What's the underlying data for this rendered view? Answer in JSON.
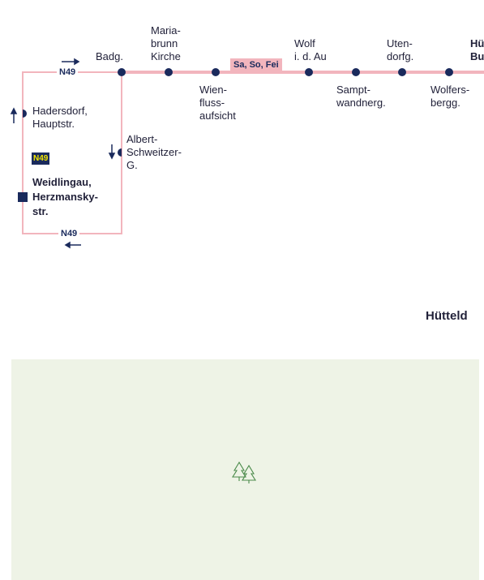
{
  "route": {
    "line": "N49",
    "service_days": "Sa, So, Fei"
  },
  "colors": {
    "route_line": "#f2b5bd",
    "loop_line": "#f2b5bd",
    "stop": "#1a2a5c",
    "badge_bg": "#1a2a5c",
    "badge_fg": "#f2e600",
    "forest": "#eef3e6"
  },
  "stops": {
    "badg": "Badg.",
    "maria_brunn": "Maria-\nbrunn\nKirche",
    "wienfluss": "Wien-\nfluss-\naufsicht",
    "wolf": "Wolf\ni. d. Au",
    "sampt": "Sampt-\nwandnerg.",
    "uten": "Uten-\ndorfg.",
    "wolfers": "Wolfers-\nbergg.",
    "cut_top": "Hü\nBu",
    "hadersdorf": "Hadersdorf,\nHauptstr.",
    "albert": "Albert-\nSchweitzer-\nG.",
    "terminal": "Weidlingau,\nHerzmansky-\nstr."
  },
  "area_label": "Hütteld",
  "icons": {
    "forest": "trees-icon",
    "direction_right": "arrow-right-icon",
    "direction_left": "arrow-left-icon",
    "direction_up": "arrow-up-icon",
    "direction_down": "arrow-down-icon"
  }
}
